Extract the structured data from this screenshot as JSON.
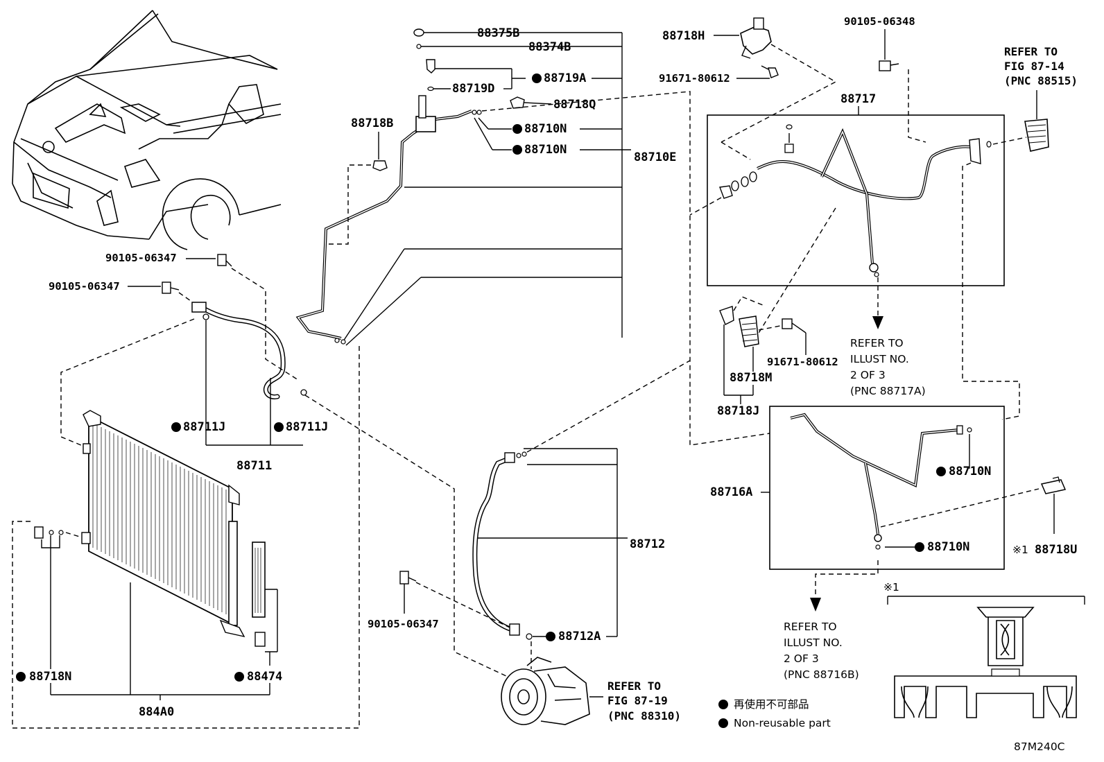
{
  "diagram_code": "87M240C",
  "legend": {
    "japanese": "再使用不可部品",
    "english": "Non-reusable part"
  },
  "labels": {
    "p88375B": "88375B",
    "p88374B": "88374B",
    "p88719A": "88719A",
    "p88719D": "88719D",
    "p88718Q": "88718Q",
    "p88710N_a": "88710N",
    "p88710N_b": "88710N",
    "p88710E": "88710E",
    "p88718B": "88718B",
    "p88718H": "88718H",
    "p91671_a": "91671-80612",
    "p90105_06348": "90105-06348",
    "p88717": "88717",
    "p90105_a": "90105-06347",
    "p90105_b": "90105-06347",
    "p88711J_a": "88711J",
    "p88711J_b": "88711J",
    "p88711": "88711",
    "p88718M": "88718M",
    "p91671_b": "91671-80612",
    "p88718J": "88718J",
    "p88716A": "88716A",
    "p88710N_c": "88710N",
    "p88710N_d": "88710N",
    "p88718U": "88718U",
    "p88712": "88712",
    "p88712A": "88712A",
    "p90105_c": "90105-06347",
    "p88718N": "88718N",
    "p88474": "88474",
    "p884A0": "884A0",
    "mark1": "※1",
    "mark1_detail": "※1"
  },
  "refs": {
    "fig87_14": [
      "REFER TO",
      "FIG 87-14",
      "(PNC 88515)"
    ],
    "fig87_19": [
      "REFER TO",
      "FIG 87-19",
      "(PNC 88310)"
    ],
    "illust_a": [
      "REFER TO",
      "ILLUST NO.",
      "2 OF 3",
      "(PNC 88717A)"
    ],
    "illust_b": [
      "REFER TO",
      "ILLUST NO.",
      "2 OF 3",
      "(PNC 88716B)"
    ]
  }
}
